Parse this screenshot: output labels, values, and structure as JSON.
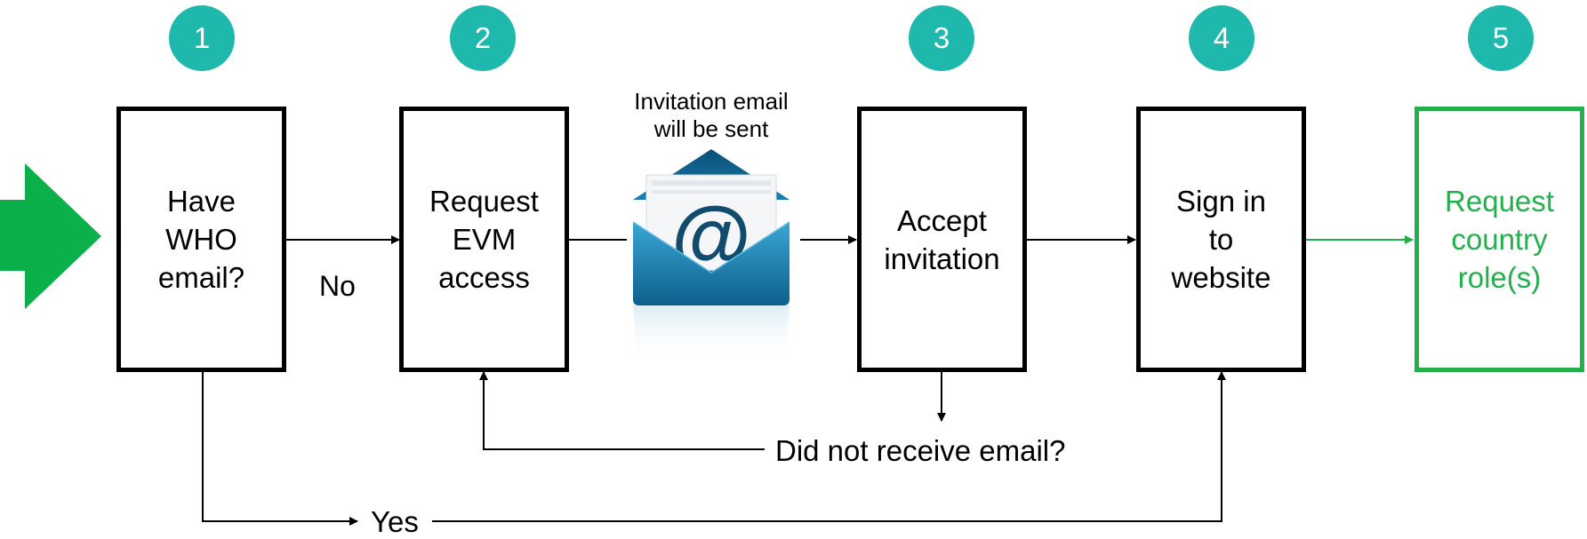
{
  "steps": [
    {
      "number": "1",
      "label": "Have\nWHO\nemail?"
    },
    {
      "number": "2",
      "label": "Request\nEVM\naccess"
    },
    {
      "number": "3",
      "label": "Accept\ninvitation"
    },
    {
      "number": "4",
      "label": "Sign in\nto\nwebsite"
    },
    {
      "number": "5",
      "label": "Request\ncountry\nrole(s)"
    }
  ],
  "email_note": "Invitation email\nwill be sent",
  "edge_labels": {
    "no": "No",
    "yes": "Yes",
    "not_received": "Did not receive email?"
  },
  "colors": {
    "badge": "#1fb8ad",
    "entry_arrow": "#0cb04a",
    "final_step": "#21b04c",
    "line": "#000000"
  },
  "icons": {
    "entry": "entry-arrow-icon",
    "email": "email-envelope-icon"
  }
}
